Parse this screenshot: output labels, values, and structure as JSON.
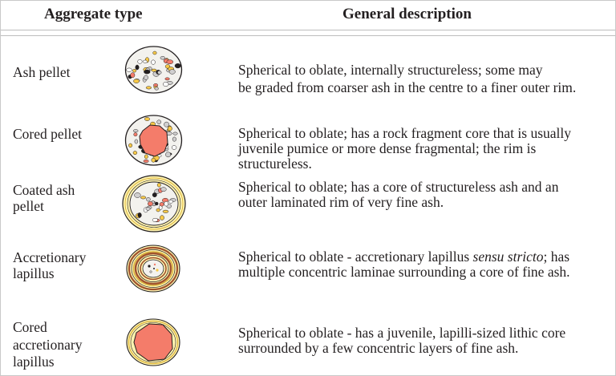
{
  "headers": {
    "type": "Aggregate type",
    "description": "General description"
  },
  "rows": [
    {
      "type": "Ash pellet",
      "desc": [
        "Spherical to oblate, internally structureless; some may",
        "be graded from coarser ash in the centre to a finer outer rim."
      ]
    },
    {
      "type": "Cored pellet",
      "desc": [
        "Spherical to oblate; has a rock fragment core that is usually",
        "juvenile pumice or more dense fragmental; the rim is",
        "structureless."
      ]
    },
    {
      "type": "Coated ash pellet",
      "desc": [
        "Spherical to oblate; has a core of structureless ash and an",
        "outer laminated rim of very fine ash."
      ]
    },
    {
      "type": "Accretionary lapillus",
      "desc_pre": "Spherical to oblate - accretionary lapillus ",
      "desc_em": "sensu stricto",
      "desc_post": "; has",
      "desc2": "multiple concentric laminae surrounding a core of fine ash."
    },
    {
      "type": "Cored accretionary lapillus",
      "desc": [
        "Spherical to oblate - has a juvenile, lapilli-sized lithic core",
        "surrounded by a few concentric layers of fine ash."
      ]
    }
  ],
  "colors": {
    "text": "#231f20",
    "core": "#f47c6a",
    "rim_yellow": "#fff3b0",
    "lamina_brown": "#a0522d",
    "particle_grey": "#d0cfcf",
    "particle_yellow": "#f7c948"
  }
}
